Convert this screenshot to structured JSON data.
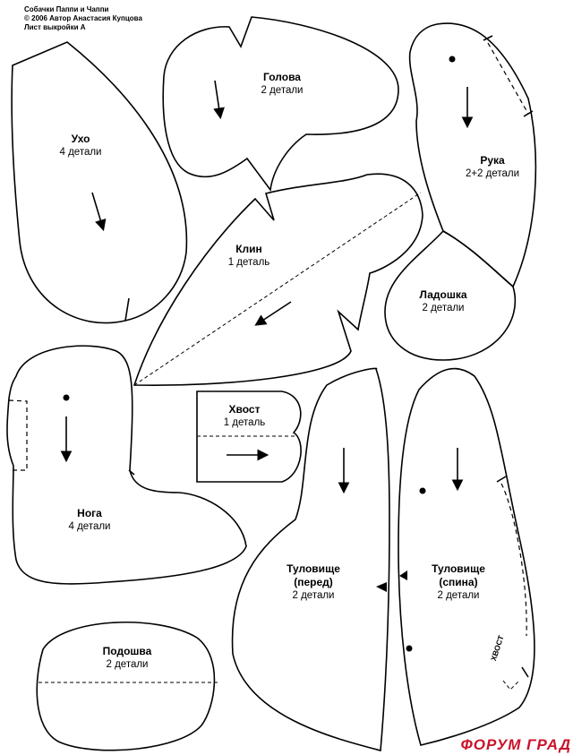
{
  "header": {
    "line1": "Собачки Паппи и Чаппи",
    "line2": "© 2006 Автор Анастасия Купцова",
    "line3": "Лист выкройки А"
  },
  "pieces": {
    "ear": {
      "name": "Ухо",
      "count": "4 детали"
    },
    "head": {
      "name": "Голова",
      "count": "2 детали"
    },
    "arm": {
      "name": "Рука",
      "count": "2+2 детали"
    },
    "wedge": {
      "name": "Клин",
      "count": "1 деталь"
    },
    "palm": {
      "name": "Ладошка",
      "count": "2 детали"
    },
    "tail": {
      "name": "Хвост",
      "count": "1 деталь"
    },
    "leg": {
      "name": "Нога",
      "count": "4 детали"
    },
    "body_front": {
      "name_line1": "Туловище",
      "name_line2": "(перед)",
      "count": "2 детали"
    },
    "body_back": {
      "name_line1": "Туловище",
      "name_line2": "(спина)",
      "count": "2 детали"
    },
    "sole": {
      "name": "Подошва",
      "count": "2 детали"
    }
  },
  "tail_mark": "ХВОСТ",
  "watermark": "ФОРУМ ГРАД"
}
